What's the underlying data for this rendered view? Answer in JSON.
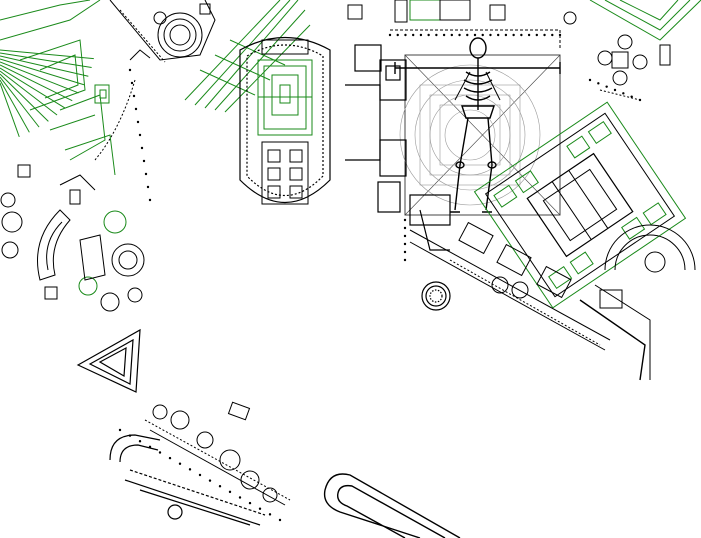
{
  "colors": {
    "background": "#ffffff",
    "ink": "#000000",
    "garden": "#1a8a1a",
    "guide": "#9a9a9a"
  },
  "drawing_parts": [
    "radial-garden",
    "formal-garden-grid",
    "oval-arena",
    "vitruvian-skeleton-square",
    "rotated-building-complex",
    "circular-temple",
    "triangular-fort",
    "amphitheater-complex",
    "long-stadium-left",
    "long-stadium-right"
  ]
}
